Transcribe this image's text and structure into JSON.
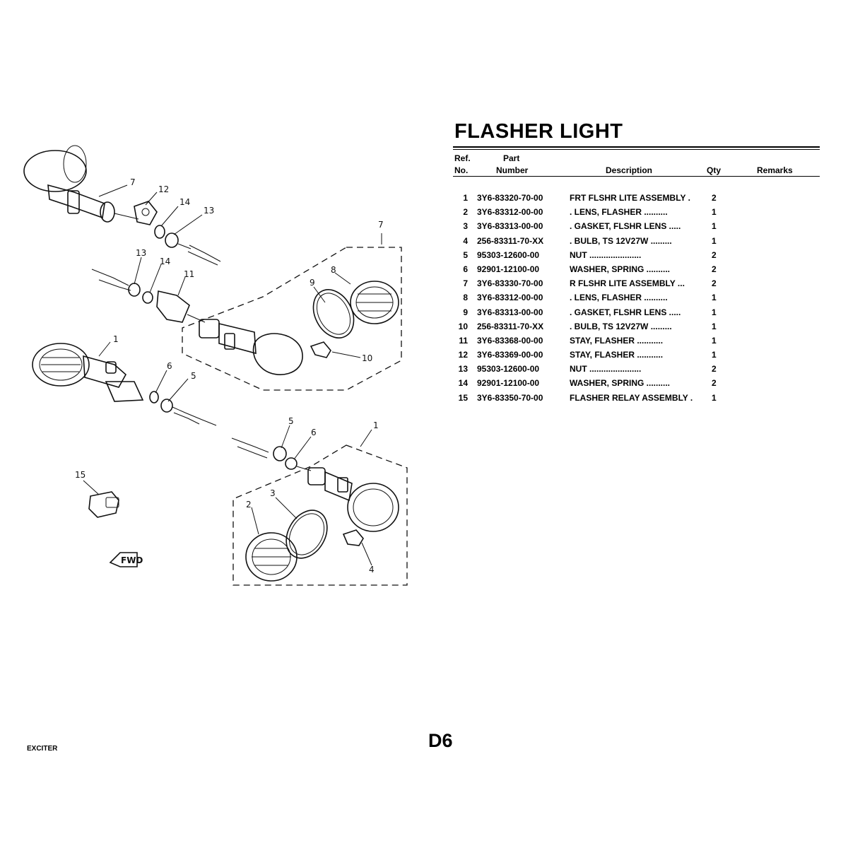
{
  "page": {
    "title": "FLASHER LIGHT",
    "model": "EXCITER",
    "page_code": "D6"
  },
  "parts_table": {
    "headers": {
      "ref_line1": "Ref.",
      "ref_line2": "No.",
      "part_line1": "Part",
      "part_line2": "Number",
      "description": "Description",
      "qty": "Qty",
      "remarks": "Remarks"
    },
    "rows": [
      {
        "ref": "1",
        "part_number": "3Y6-83320-70-00",
        "description": "FRT FLSHR LITE ASSEMBLY   .",
        "qty": "2"
      },
      {
        "ref": "2",
        "part_number": "3Y6-83312-00-00",
        "description": ". LENS, FLASHER   ..........",
        "qty": "1"
      },
      {
        "ref": "3",
        "part_number": "3Y6-83313-00-00",
        "description": ". GASKET, FLSHR LENS   .....",
        "qty": "1"
      },
      {
        "ref": "4",
        "part_number": "256-83311-70-XX",
        "description": ". BULB, TS 12V27W   .........",
        "qty": "1"
      },
      {
        "ref": "5",
        "part_number": "95303-12600-00",
        "description": "NUT   ......................",
        "qty": "2"
      },
      {
        "ref": "6",
        "part_number": "92901-12100-00",
        "description": "WASHER, SPRING   ..........",
        "qty": "2"
      },
      {
        "ref": "7",
        "part_number": "3Y6-83330-70-00",
        "description": "R FLSHR LITE ASSEMBLY   ...",
        "qty": "2"
      },
      {
        "ref": "8",
        "part_number": "3Y6-83312-00-00",
        "description": ". LENS, FLASHER   ..........",
        "qty": "1"
      },
      {
        "ref": "9",
        "part_number": "3Y6-83313-00-00",
        "description": ". GASKET, FLSHR LENS   .....",
        "qty": "1"
      },
      {
        "ref": "10",
        "part_number": "256-83311-70-XX",
        "description": ". BULB, TS 12V27W   .........",
        "qty": "1"
      },
      {
        "ref": "11",
        "part_number": "3Y6-83368-00-00",
        "description": "STAY, FLASHER   ...........",
        "qty": "1"
      },
      {
        "ref": "12",
        "part_number": "3Y6-83369-00-00",
        "description": "STAY, FLASHER   ...........",
        "qty": "1"
      },
      {
        "ref": "13",
        "part_number": "95303-12600-00",
        "description": "NUT   ......................",
        "qty": "2"
      },
      {
        "ref": "14",
        "part_number": "92901-12100-00",
        "description": "WASHER, SPRING   ..........",
        "qty": "2"
      },
      {
        "ref": "15",
        "part_number": "3Y6-83350-70-00",
        "description": "FLASHER RELAY ASSEMBLY   .",
        "qty": "1"
      }
    ]
  },
  "diagram": {
    "callouts": [
      "7",
      "12",
      "14",
      "13",
      "7",
      "13",
      "14",
      "11",
      "8",
      "9",
      "10",
      "1",
      "6",
      "5",
      "5",
      "6",
      "1",
      "15",
      "3",
      "2",
      "4"
    ],
    "fwd_mark": "FWD"
  }
}
